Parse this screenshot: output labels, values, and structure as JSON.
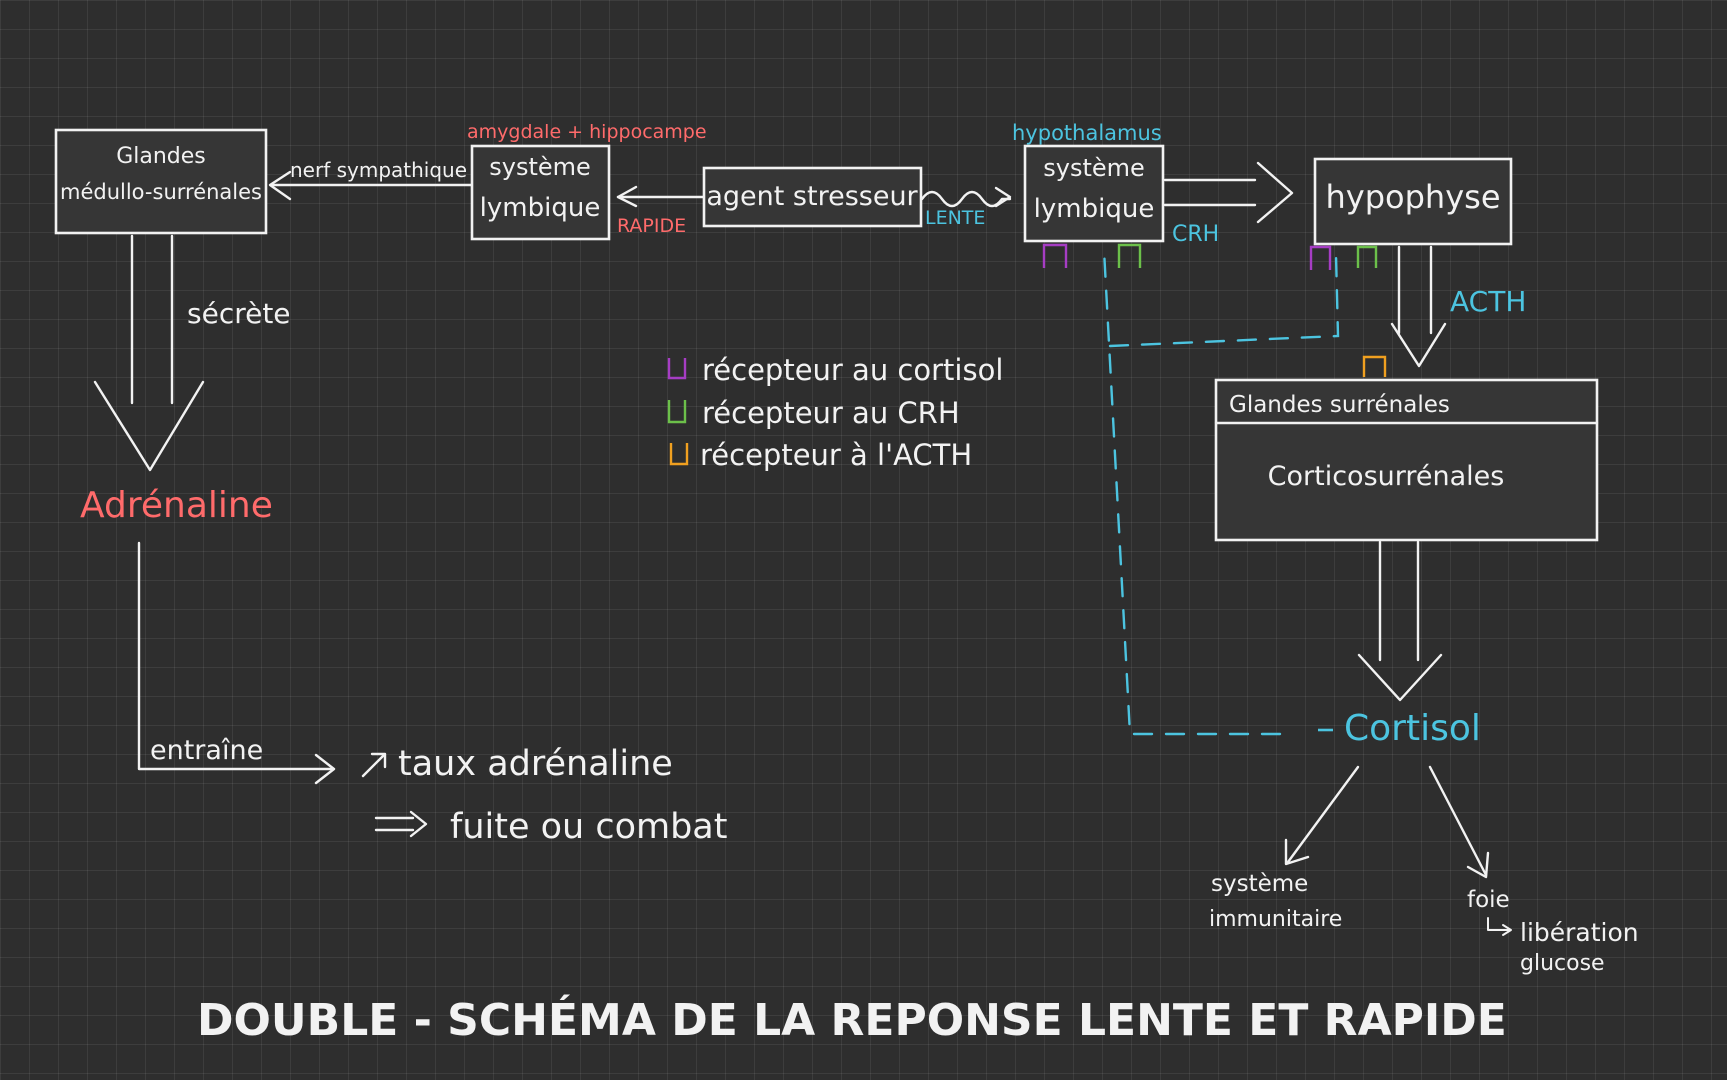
{
  "colors": {
    "background": "#2e2e2e",
    "ink": "#f2f2f2",
    "red": "#ff6b6b",
    "cyan": "#4cc4e0",
    "purple": "#a63dc4",
    "green": "#6cc04a",
    "orange": "#f0a020"
  },
  "medullo": {
    "line1": "Glandes",
    "line2": "médullo-surrénales"
  },
  "nerf": "nerf sympathique",
  "limbic_left": {
    "header": "amygdale + hippocampe",
    "line1": "système",
    "line2": "lymbique",
    "speed": "RAPIDE"
  },
  "agent": "agent stresseur",
  "lente": "LENTE",
  "limbic_right": {
    "header": "hypothalamus",
    "line1": "système",
    "line2": "lymbique"
  },
  "crh": "CRH",
  "hypophyse": "hypophyse",
  "acth": "ACTH",
  "secrete": "sécrète",
  "adrenaline": "Adrénaline",
  "legend": [
    {
      "text": "récepteur au cortisol",
      "color": "purple"
    },
    {
      "text": "récepteur au CRH",
      "color": "green"
    },
    {
      "text": "récepteur à l'ACTH",
      "color": "orange"
    }
  ],
  "surrenales": {
    "title": "Glandes surrénales",
    "inner": "Corticosurrénales"
  },
  "cortisol": "Cortisol",
  "immune": {
    "line1": "système",
    "line2": "immunitaire"
  },
  "foie": {
    "line1": "foie",
    "line2": "libération",
    "line3": "glucose"
  },
  "entraine": "entraîne",
  "taux": "taux adrénaline",
  "fuite": "fuite ou combat",
  "title": "DOUBLE - SCHÉMA DE LA REPONSE LENTE ET RAPIDE"
}
